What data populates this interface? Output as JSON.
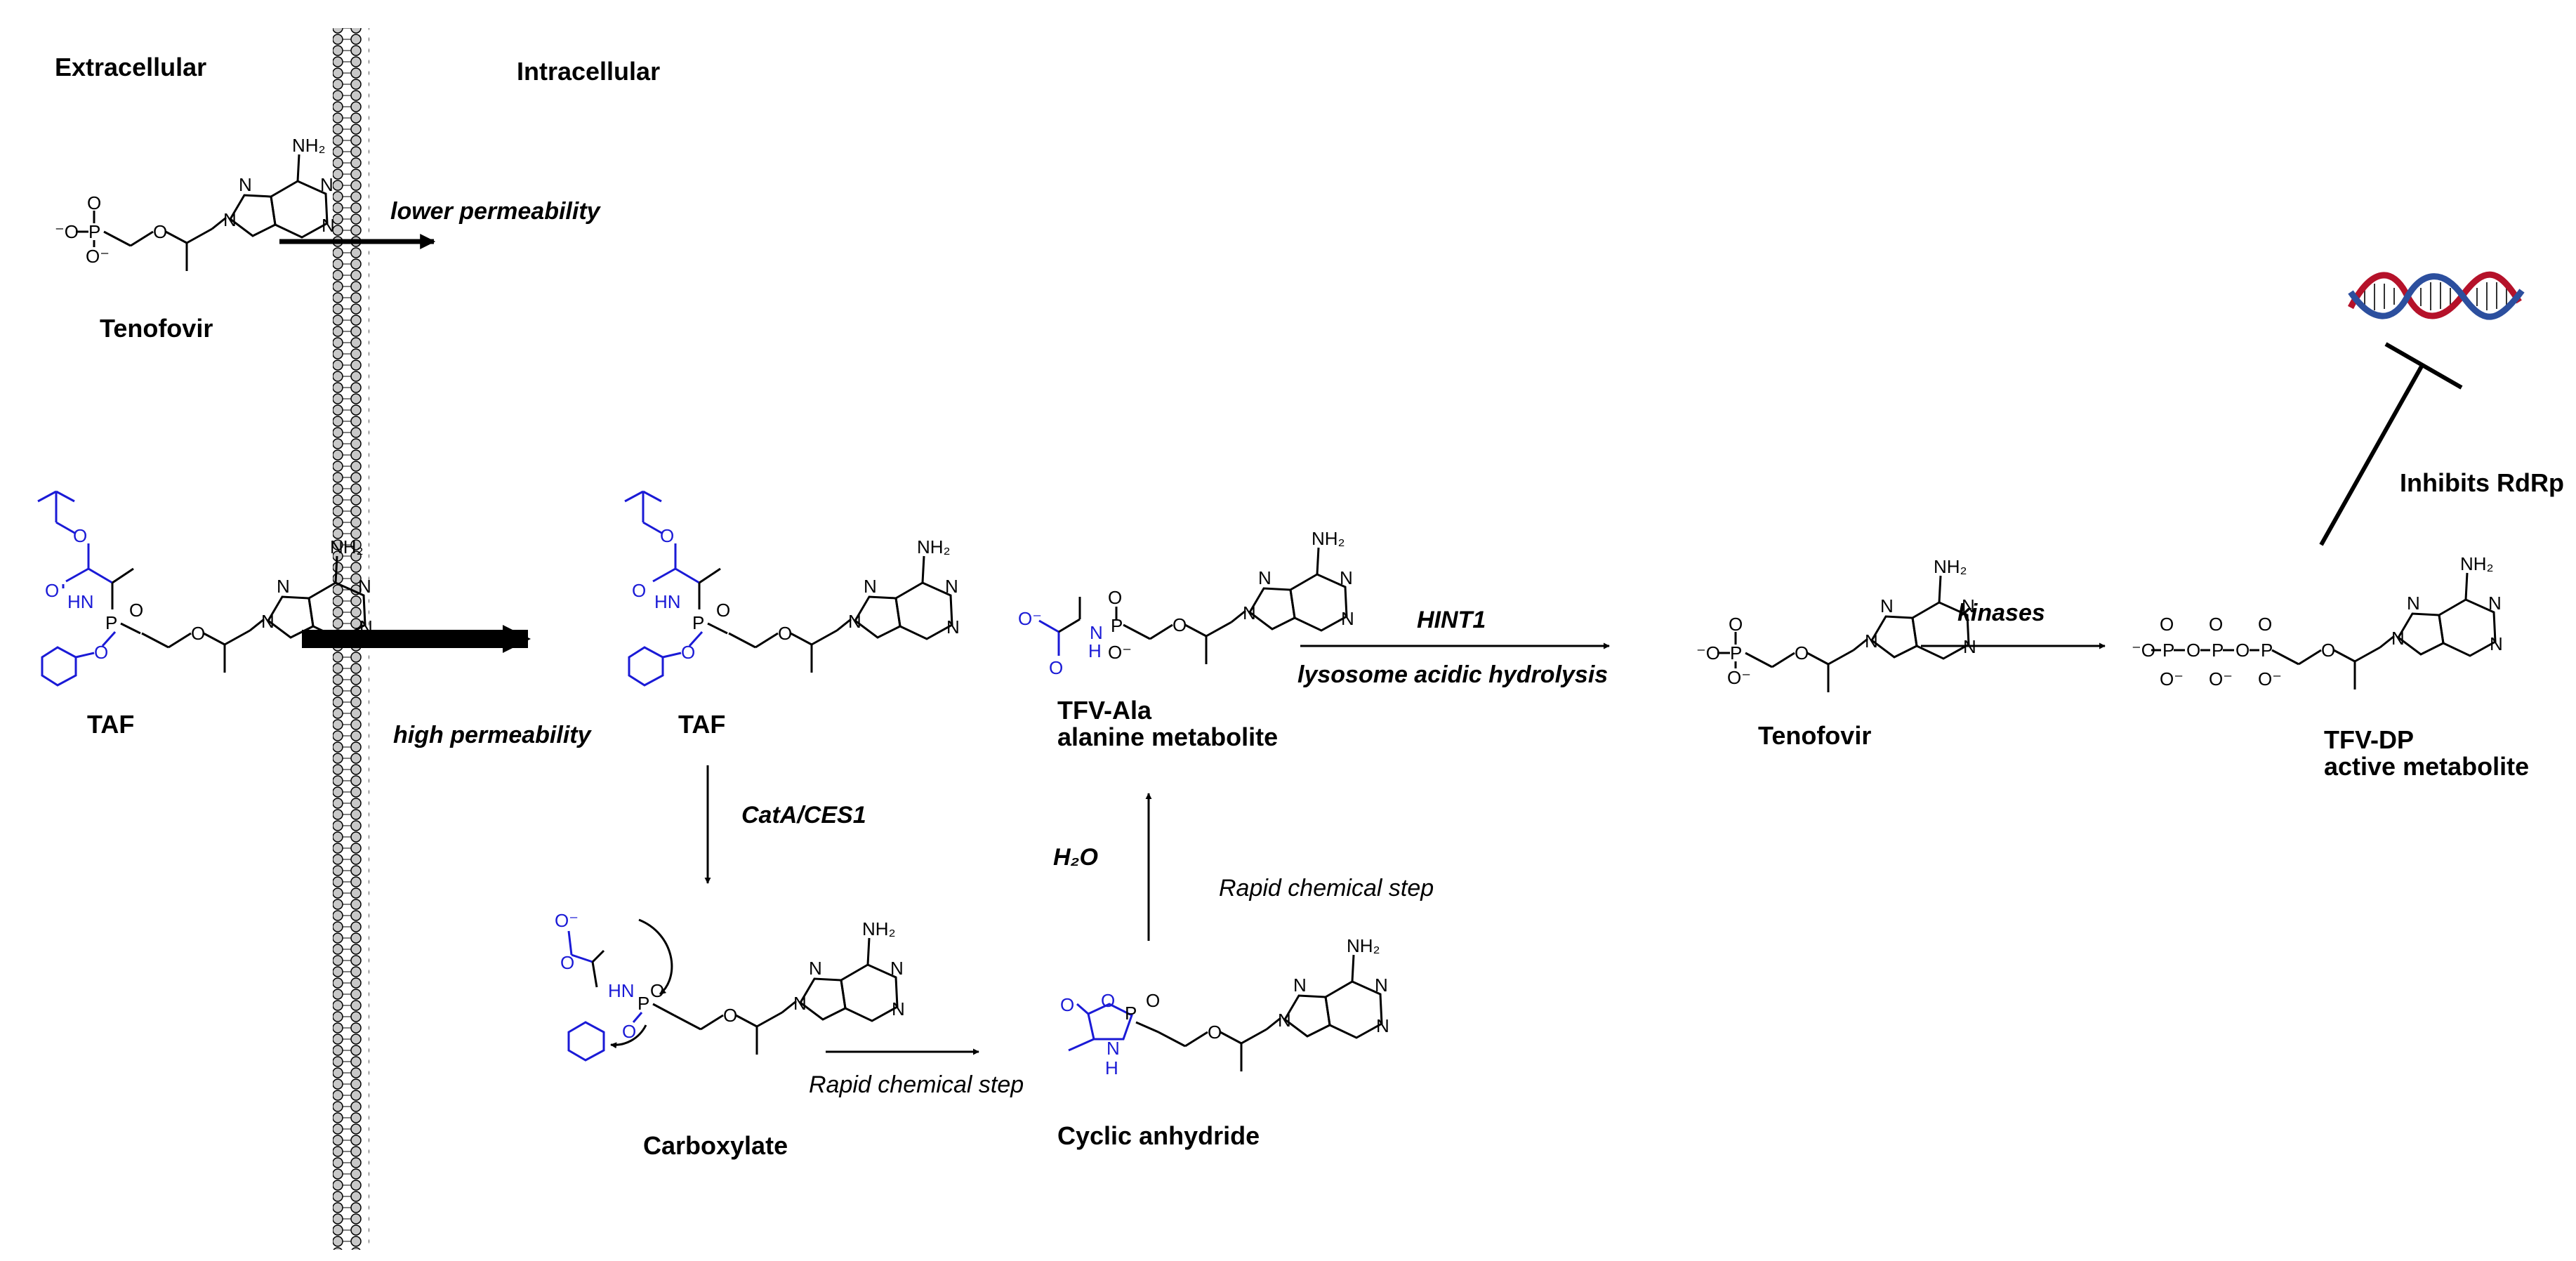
{
  "regions": {
    "extracellular": "Extracellular",
    "intracellular": "Intracellular"
  },
  "labels": {
    "tenofovir_1": "Tenofovir",
    "taf_1": "TAF",
    "taf_2": "TAF",
    "tfv_ala_line1": "TFV-Ala",
    "tfv_ala_line2": "alanine metabolite",
    "tenofovir_2": "Tenofovir",
    "tfv_dp_line1": "TFV-DP",
    "tfv_dp_line2": "active metabolite",
    "carboxylate": "Carboxylate",
    "cyclic_anhydride": "Cyclic anhydride"
  },
  "arrows": {
    "lower_permeability": "lower permeability",
    "high_permeability": "high permeability",
    "cata_ces1": "CatA/CES1",
    "h2o": "H₂O",
    "rapid_step_1": "Rapid chemical step",
    "rapid_step_2": "Rapid chemical step",
    "hint1": "HINT1",
    "lysosome": "lysosome acidic hydrolysis",
    "kinases": "kinases",
    "inhibits": "Inhibits RdRp"
  },
  "atoms": {
    "nh2": "NH₂",
    "n": "N",
    "o": "O",
    "o_minus": "O⁻",
    "minus_o": "⁻O",
    "p": "P",
    "hn": "HN",
    "h": "H"
  },
  "colors": {
    "prodrug_moiety": "#1a1ad6",
    "dna_red": "#b5122a",
    "dna_blue": "#2c4f9e"
  },
  "icons": {
    "membrane": "lipid-bilayer-icon",
    "dna": "dna-double-helix-icon"
  }
}
